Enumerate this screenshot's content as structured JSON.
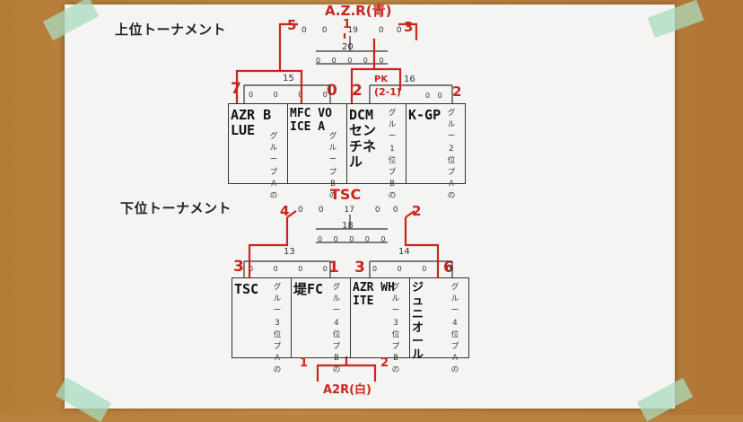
{
  "upper": {
    "heading": "上位トーナメント",
    "winner_hand": "A.Z.R(青)",
    "final": {
      "match_no": "20",
      "left_top": "0",
      "right_top": "0",
      "small": [
        "0",
        "0",
        "0",
        "0",
        "0"
      ],
      "score_left": "5",
      "score_right": "3",
      "semi_label": "19",
      "left_hand": "1"
    },
    "semi_left": {
      "match_no": "15",
      "row": [
        "0",
        "0",
        "0",
        "0"
      ],
      "score_left": "7",
      "score_right": "0"
    },
    "semi_right": {
      "match_no": "16",
      "hand_pk": "PK",
      "hand_extra": "(2-1)",
      "row": [
        "0",
        "0"
      ],
      "score_left": "2",
      "score_right": "2"
    },
    "teams": [
      {
        "hand": "AZR BLUE",
        "slot": "グ\nル\nー\nプ\nA\nの",
        "slot_num": ""
      },
      {
        "hand": "MFC VOICE A",
        "slot": "グ\nル\nー\nプ\nB\nの",
        "slot_num": ""
      },
      {
        "hand": "DCM センチネル",
        "slot": "グ\nル\nー\n1\n位\nプ\nB\nの",
        "slot_num": "1"
      },
      {
        "hand": "K-GP",
        "slot": "グ\nル\nー\n2\n位\nプ\nA\nの",
        "slot_num": "2"
      }
    ]
  },
  "lower": {
    "heading": "下位トーナメント",
    "winner_hand": "TSC",
    "final": {
      "match_no": "18",
      "top": "17",
      "row": [
        "0",
        "0",
        "0",
        "0",
        "0"
      ],
      "score_left": "4",
      "score_right": "2"
    },
    "semi_left": {
      "match_no": "13",
      "row": [
        "0",
        "0",
        "0",
        "0"
      ],
      "score_left": "3",
      "score_right": "1"
    },
    "semi_right": {
      "match_no": "14",
      "row": [
        "0",
        "0",
        "0",
        "0"
      ],
      "score_left": "3",
      "score_right": "6"
    },
    "teams": [
      {
        "hand": "TSC",
        "slot": "グ\nル\nー\n3\n位\nプ\nA\nの"
      },
      {
        "hand": "堤FC",
        "slot": "グ\nル\nー\n4\n位\nプ\nB\nの"
      },
      {
        "hand": "AZR WHITE",
        "slot": "グ\nル\nー\n3\n位\nプ\nB\nの"
      },
      {
        "hand": "ジュニオール",
        "slot": "グ\nル\nー\n4\n位\nプ\nA\nの"
      }
    ],
    "placement": {
      "left": "1",
      "right": "2",
      "label": "A2R(白)"
    }
  }
}
